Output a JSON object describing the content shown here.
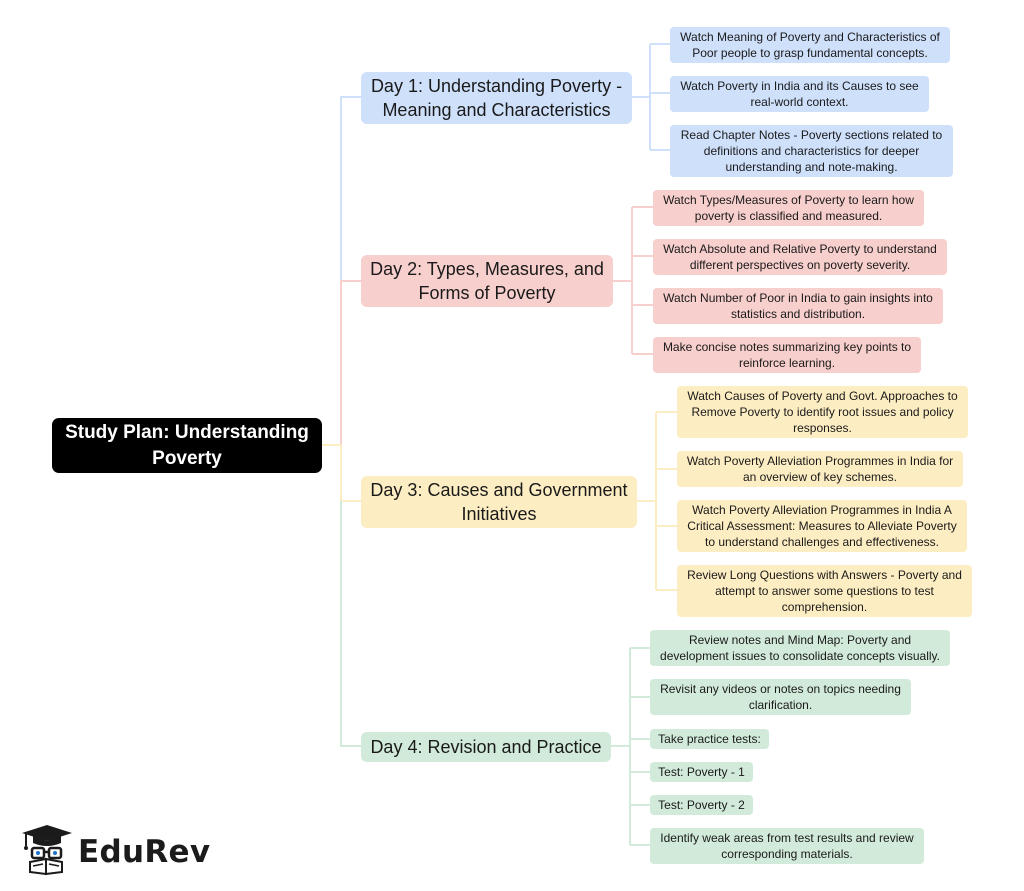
{
  "root": {
    "title": "Study Plan: Understanding Poverty"
  },
  "branches": [
    {
      "title": "Day 1: Understanding Poverty - Meaning and Characteristics",
      "color": "#cfe0fb",
      "line_color": "#cfe0fb",
      "items": [
        "Watch Meaning of Poverty and Characteristics of Poor people to grasp fundamental concepts.",
        "Watch Poverty in India and its Causes to see real-world context.",
        "Read Chapter Notes - Poverty sections related to definitions and characteristics for deeper understanding and note-making."
      ]
    },
    {
      "title": "Day 2: Types, Measures, and Forms of Poverty",
      "color": "#f7cfcd",
      "line_color": "#f7cfcd",
      "items": [
        "Watch Types/Measures of Poverty to learn how poverty is classified and measured.",
        "Watch Absolute and Relative Poverty to understand different perspectives on poverty severity.",
        "Watch Number of Poor in India to gain insights into statistics and distribution.",
        "Make concise notes summarizing key points to reinforce learning."
      ]
    },
    {
      "title": "Day 3: Causes and Government Initiatives",
      "color": "#fdedc2",
      "line_color": "#fdedc2",
      "items": [
        "Watch Causes of Poverty and Govt. Approaches to Remove Poverty to identify root issues and policy responses.",
        "Watch Poverty Alleviation Programmes in India for an overview of key schemes.",
        "Watch Poverty Alleviation Programmes in India A Critical Assessment: Measures to Alleviate Poverty to understand challenges and effectiveness.",
        "Review Long Questions with Answers - Poverty and attempt to answer some questions to test comprehension."
      ]
    },
    {
      "title": "Day 4: Revision and Practice",
      "color": "#d2ead9",
      "line_color": "#d2ead9",
      "items": [
        "Review notes and Mind Map: Poverty and development issues to consolidate concepts visually.",
        "Revisit any videos or notes on topics needing clarification.",
        "Take practice tests:",
        "Test: Poverty - 1",
        "Test: Poverty - 2",
        "Identify weak areas from test results and review corresponding materials."
      ]
    }
  ],
  "logo": {
    "text": "EduRev",
    "icon": "graduation-cap-icon"
  }
}
